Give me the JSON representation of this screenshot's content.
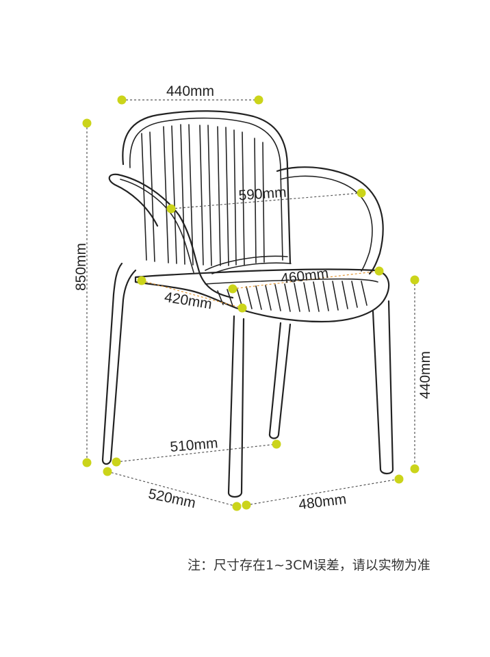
{
  "dimensions": {
    "width_top": "440mm",
    "height_total": "850mm",
    "arm_width": "590mm",
    "seat_depth": "460mm",
    "seat_width": "420mm",
    "seat_height": "440mm",
    "leg_span_back": "510mm",
    "leg_span_side": "520mm",
    "leg_span_front": "480mm"
  },
  "footnote": "注：尺寸存在1~3CM误差，请以实物为准",
  "colors": {
    "marker": "#cbd41a",
    "line": "#222222",
    "accent": "#e0932f"
  }
}
